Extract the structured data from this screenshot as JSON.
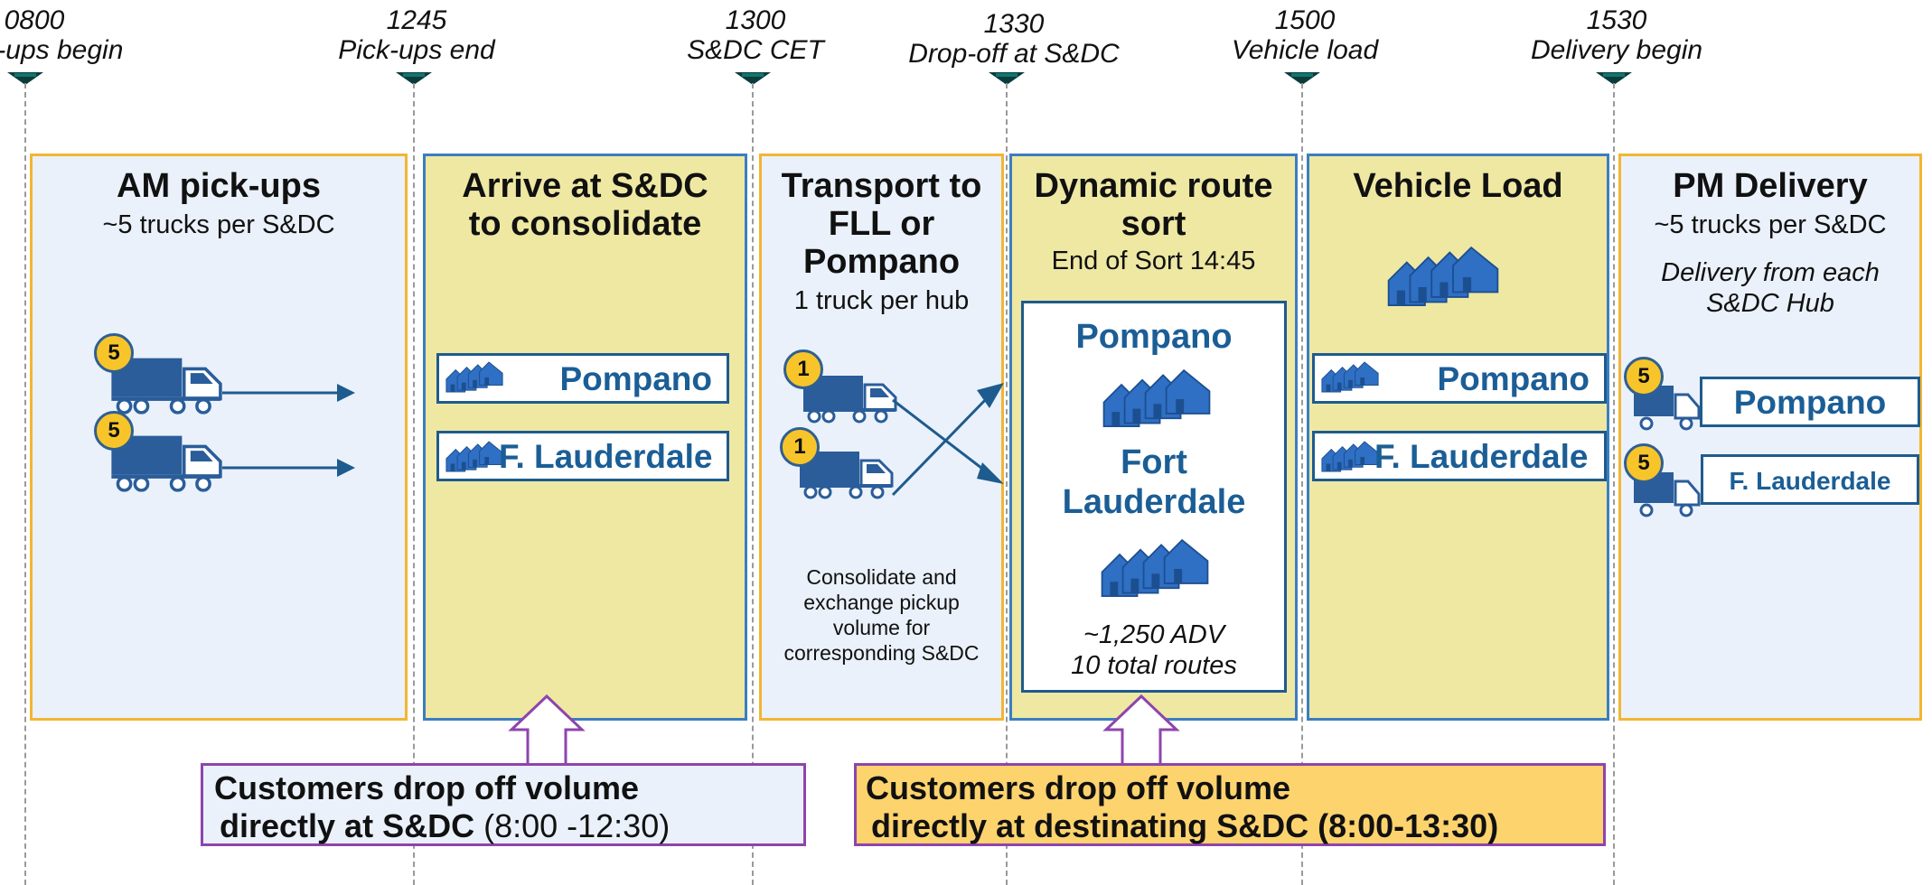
{
  "timeline": [
    {
      "time": "0800",
      "label": "Pick-ups begin"
    },
    {
      "time": "1245",
      "label": "Pick-ups end"
    },
    {
      "time": "1300",
      "label": "S&DC CET"
    },
    {
      "time": "1330",
      "label": "Drop-off at S&DC"
    },
    {
      "time": "1500",
      "label": "Vehicle load"
    },
    {
      "time": "1530",
      "label": "Delivery begin"
    }
  ],
  "stages": {
    "am_pickups": {
      "title": "AM pick-ups",
      "subtitle": "~5 trucks per S&DC",
      "badges": [
        "5",
        "5"
      ]
    },
    "arrive": {
      "title_line1": "Arrive at S&DC",
      "title_line2": "to consolidate",
      "hubs": [
        "Pompano",
        "F. Lauderdale"
      ]
    },
    "transport": {
      "title_line1": "Transport to",
      "title_line2": "FLL or",
      "title_line3": "Pompano",
      "subtitle": "1 truck per hub",
      "badges": [
        "1",
        "1"
      ],
      "note": [
        "Consolidate and",
        "exchange pickup",
        "volume for",
        "corresponding S&DC"
      ]
    },
    "sort": {
      "title_line1": "Dynamic route",
      "title_line2": "sort",
      "subtitle": "End of Sort 14:45",
      "hub1": "Pompano",
      "hub2_line1": "Fort",
      "hub2_line2": "Lauderdale",
      "stat1": "~1,250 ADV",
      "stat2": "10 total routes"
    },
    "vehicle_load": {
      "title": "Vehicle Load",
      "hubs": [
        "Pompano",
        "F. Lauderdale"
      ]
    },
    "pm_delivery": {
      "title": "PM Delivery",
      "subtitle": "~5 trucks per S&DC",
      "note_line1": "Delivery from each",
      "note_line2": "S&DC Hub",
      "badges": [
        "5",
        "5"
      ],
      "hubs": [
        "Pompano",
        "F. Lauderdale"
      ]
    }
  },
  "callouts": {
    "left": {
      "line1": "Customers drop off volume",
      "line2": "directly at S&DC",
      "time": " (8:00 -12:30)"
    },
    "right": {
      "line1": "Customers drop off volume",
      "line2": "directly at destinating S&DC (8:00-13:30)"
    }
  },
  "colors": {
    "accent_blue": "#1b5e96",
    "box_yellow": "#eee8a3",
    "box_light": "#eaf1fa",
    "callout_orange": "#fdd36e",
    "callout_border": "#8e44ad"
  }
}
